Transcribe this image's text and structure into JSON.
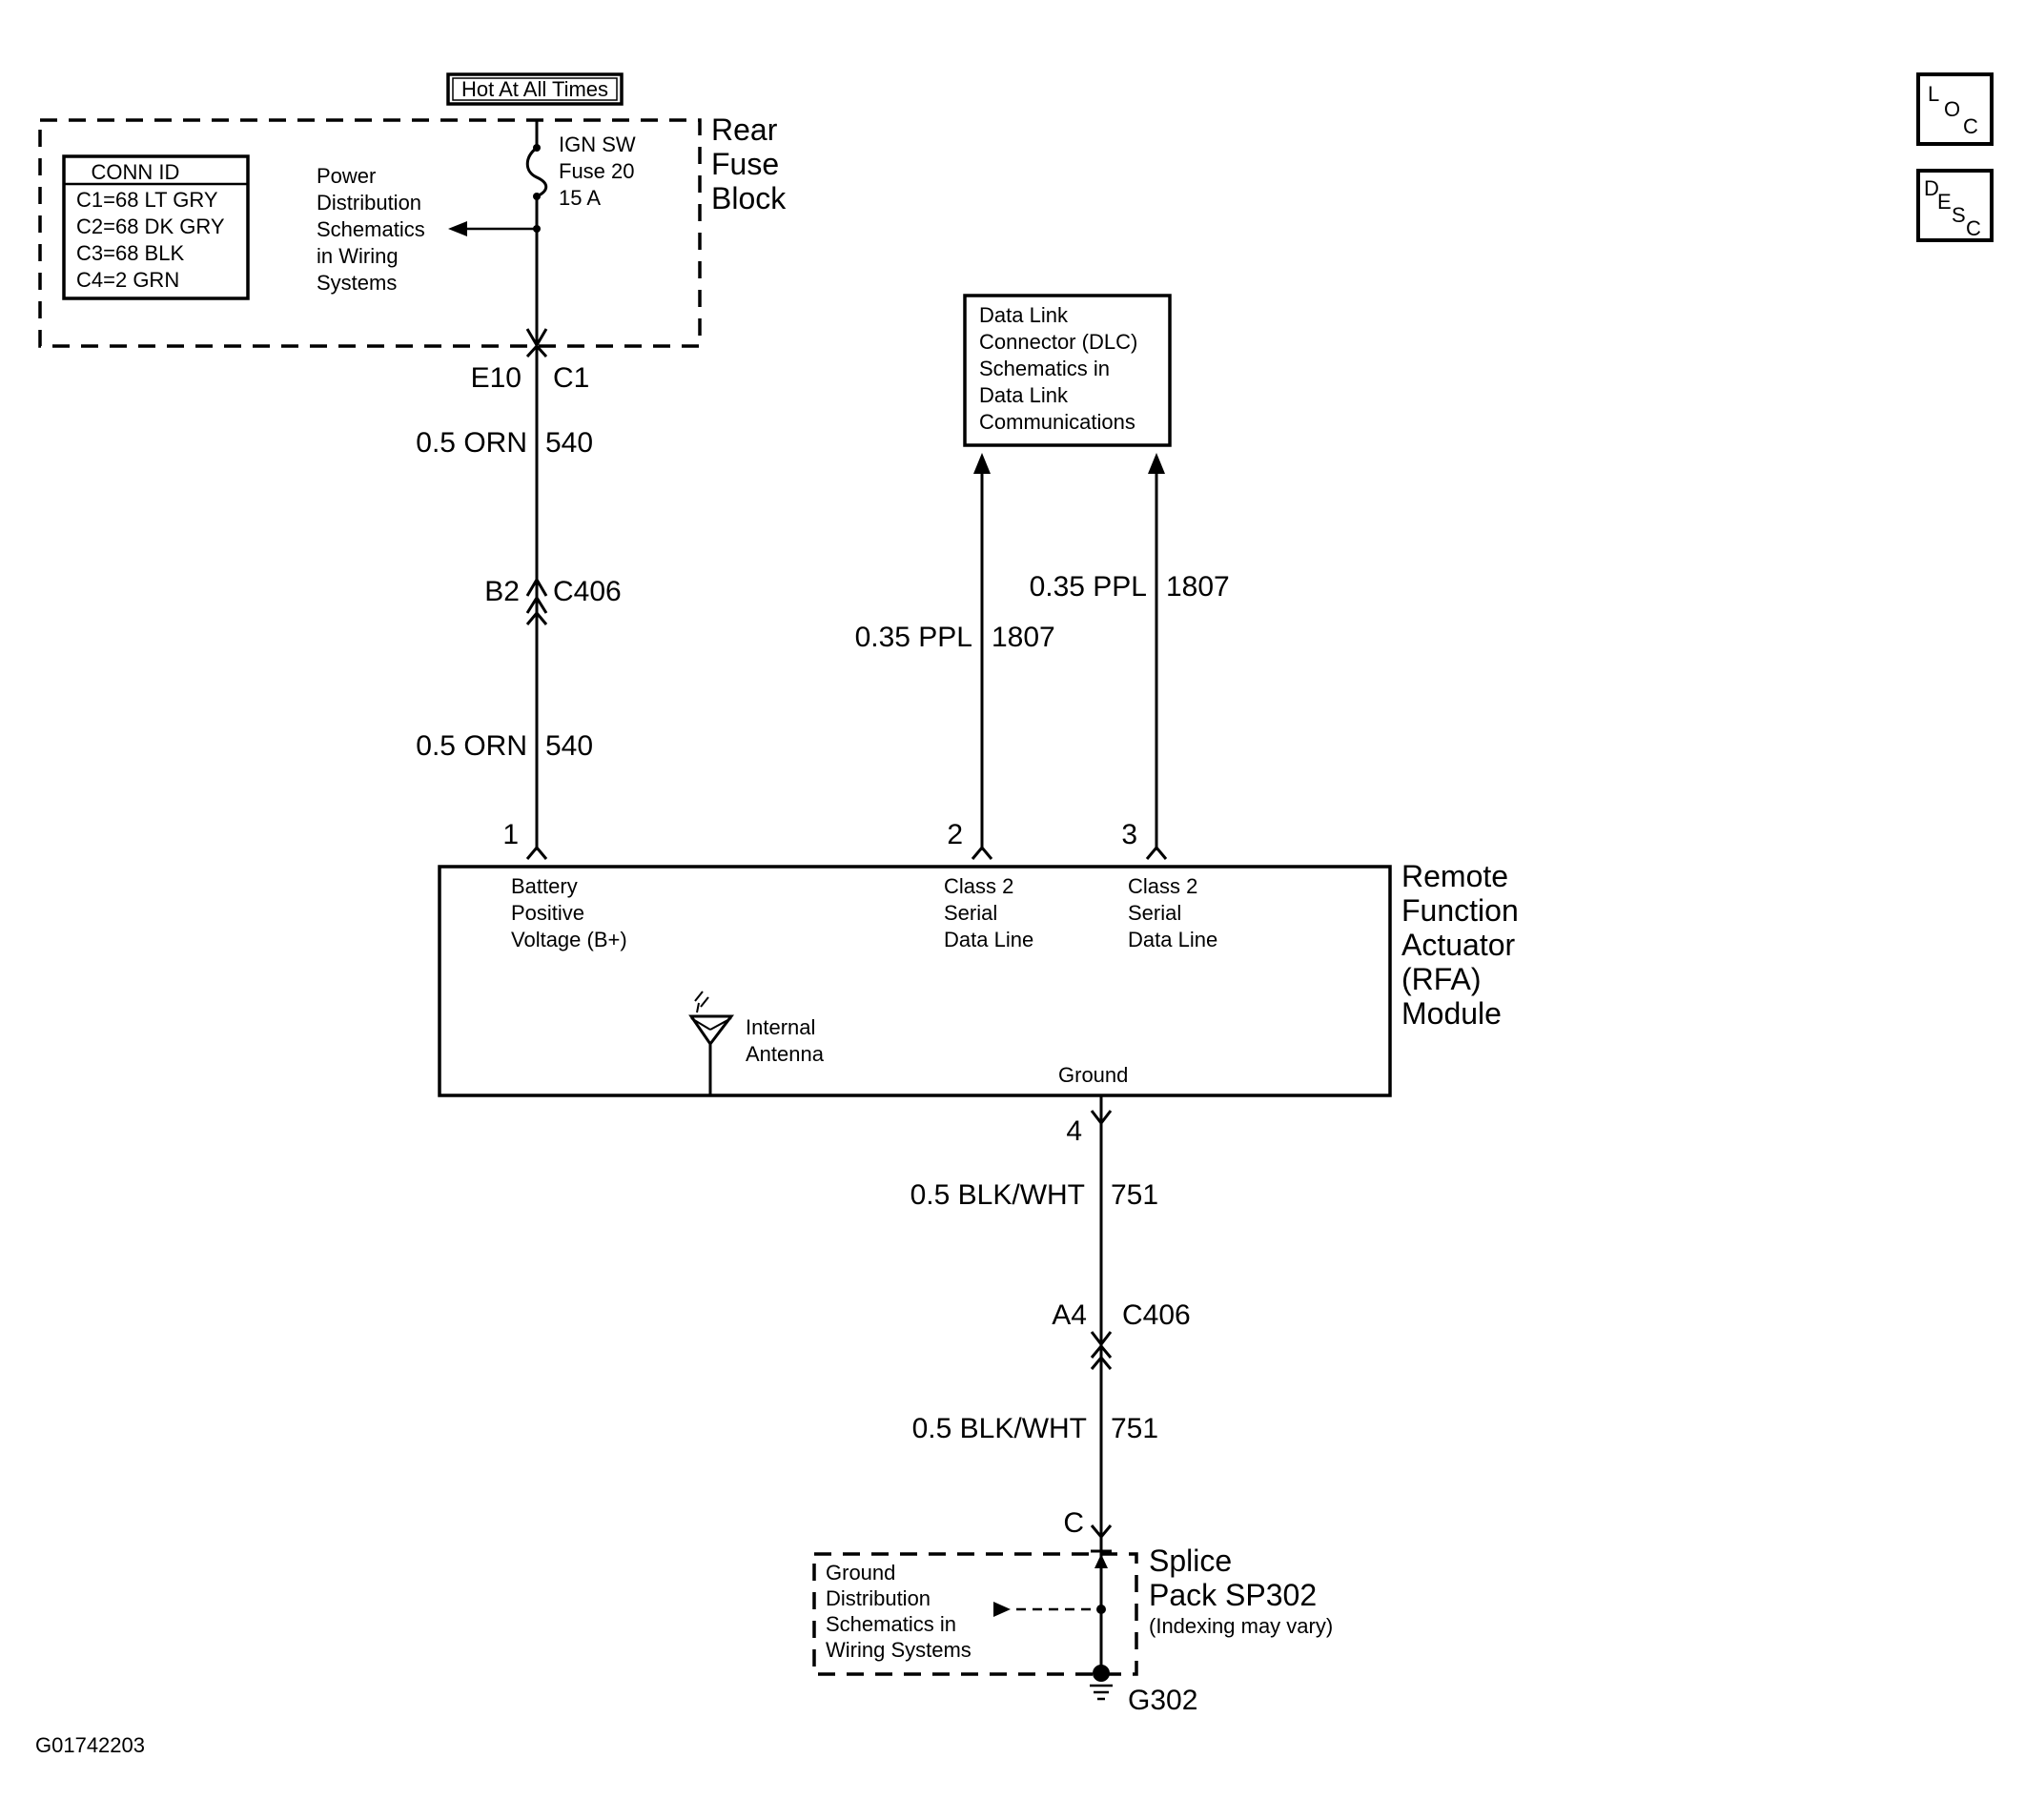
{
  "hot_label": "Hot At All Times",
  "conn_id": {
    "title": "CONN ID",
    "rows": [
      "C1=68 LT GRY",
      "C2=68 DK GRY",
      "C3=68 BLK",
      "C4=2 GRN"
    ]
  },
  "power_dist": [
    "Power",
    "Distribution",
    "Schematics",
    "in Wiring",
    "Systems"
  ],
  "fuse": [
    "IGN SW",
    "Fuse 20",
    "15 A"
  ],
  "rear_fuse_block": [
    "Rear",
    "Fuse",
    "Block"
  ],
  "dlc": [
    "Data Link",
    "Connector (DLC)",
    "Schematics in",
    "Data Link",
    "Communications"
  ],
  "loc_icon": {
    "l1": "L",
    "l2": "O",
    "l3": "C"
  },
  "desc_icon": {
    "l1": "D",
    "l2": "E",
    "l3": "S",
    "l4": "C"
  },
  "wire1": {
    "e10": "E10",
    "c1": "C1",
    "color_top": "0.5 ORN",
    "circuit_top": "540",
    "b2": "B2",
    "c406": "C406",
    "color_bot": "0.5 ORN",
    "circuit_bot": "540",
    "pin": "1"
  },
  "wire2": {
    "color": "0.35 PPL",
    "circuit": "1807",
    "pin": "2"
  },
  "wire3": {
    "color": "0.35 PPL",
    "circuit": "1807",
    "pin": "3"
  },
  "module": {
    "name": [
      "Remote",
      "Function",
      "Actuator",
      "(RFA)",
      "Module"
    ],
    "pin1": [
      "Battery",
      "Positive",
      "Voltage (B+)"
    ],
    "pin2": [
      "Class 2",
      "Serial",
      "Data Line"
    ],
    "pin3": [
      "Class 2",
      "Serial",
      "Data Line"
    ],
    "antenna": [
      "Internal",
      "Antenna"
    ],
    "ground": "Ground"
  },
  "wire4": {
    "pin": "4",
    "color_top": "0.5 BLK/WHT",
    "circuit_top": "751",
    "a4": "A4",
    "c406": "C406",
    "color_bot": "0.5 BLK/WHT",
    "circuit_bot": "751",
    "c": "C"
  },
  "ground_dist": [
    "Ground",
    "Distribution",
    "Schematics in",
    "Wiring Systems"
  ],
  "splice": {
    "l1": "Splice",
    "l2": "Pack SP302",
    "l3": "(Indexing may vary)"
  },
  "ground_id": "G302",
  "figure_id": "G01742203"
}
